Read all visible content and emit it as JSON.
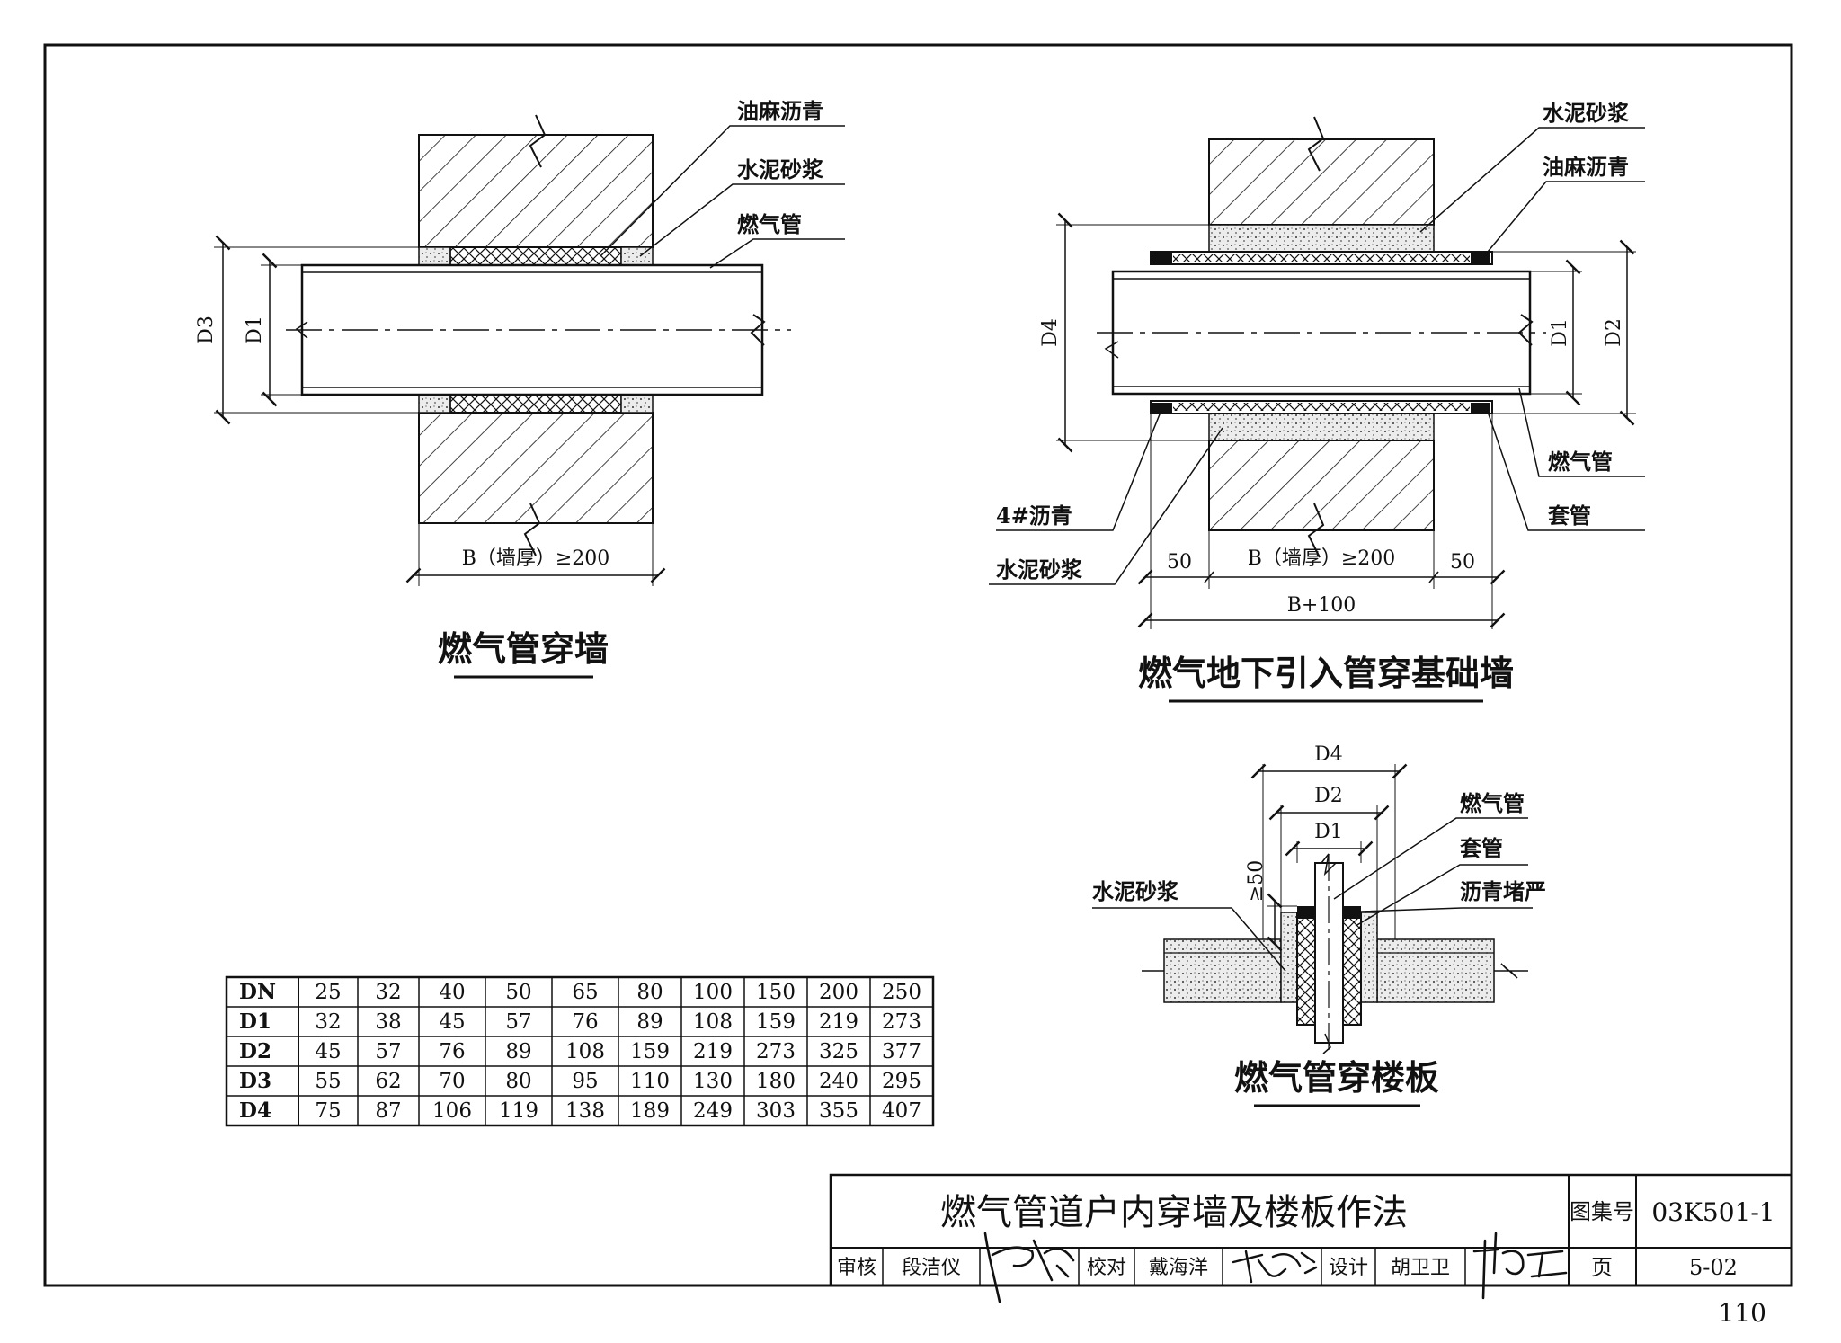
{
  "views": {
    "wall": {
      "caption": "燃气管穿墙",
      "labels": {
        "oakum_asphalt": "油麻沥青",
        "cement_mortar": "水泥砂浆",
        "gas_pipe": "燃气管"
      },
      "dims": {
        "d3": "D3",
        "d1": "D1",
        "width": "B（墙厚）≥200"
      }
    },
    "foundation": {
      "caption": "燃气地下引入管穿基础墙",
      "labels": {
        "cement_mortar_top": "水泥砂浆",
        "oakum_asphalt": "油麻沥青",
        "gas_pipe": "燃气管",
        "sleeve": "套管",
        "asphalt_4": "4#沥青",
        "cement_mortar_bottom": "水泥砂浆"
      },
      "dims": {
        "d4": "D4",
        "d1": "D1",
        "d2": "D2",
        "left": "50",
        "width": "B（墙厚）≥200",
        "right": "50",
        "total": "B+100"
      }
    },
    "floor": {
      "caption": "燃气管穿楼板",
      "labels": {
        "gas_pipe": "燃气管",
        "sleeve": "套管",
        "asphalt_seal": "沥青堵严",
        "cement_mortar": "水泥砂浆",
        "height": "≥50"
      },
      "dims": {
        "d4": "D4",
        "d2": "D2",
        "d1": "D1"
      }
    }
  },
  "table": {
    "rows": [
      [
        "DN",
        "25",
        "32",
        "40",
        "50",
        "65",
        "80",
        "100",
        "150",
        "200",
        "250"
      ],
      [
        "D1",
        "32",
        "38",
        "45",
        "57",
        "76",
        "89",
        "108",
        "159",
        "219",
        "273"
      ],
      [
        "D2",
        "45",
        "57",
        "76",
        "89",
        "108",
        "159",
        "219",
        "273",
        "325",
        "377"
      ],
      [
        "D3",
        "55",
        "62",
        "70",
        "80",
        "95",
        "110",
        "130",
        "180",
        "240",
        "295"
      ],
      [
        "D4",
        "75",
        "87",
        "106",
        "119",
        "138",
        "189",
        "249",
        "303",
        "355",
        "407"
      ]
    ]
  },
  "title_block": {
    "title": "燃气管道户内穿墙及楼板作法",
    "atlas_label": "图集号",
    "atlas_no": "03K501-1",
    "page_label": "页",
    "page_no": "5-02",
    "review_label": "审核",
    "reviewer": "段洁仪",
    "reviewer_signature": "段洁仪",
    "check_label": "校对",
    "checker": "戴海洋",
    "checker_signature": "戴海洋",
    "design_label": "设计",
    "designer": "胡卫卫",
    "designer_signature": "胡卫卫"
  },
  "sheet_number": "110",
  "colors": {
    "line": "#111111",
    "mortar": "#d9d9d9",
    "seal": "#111111",
    "paper": "#ffffff"
  }
}
